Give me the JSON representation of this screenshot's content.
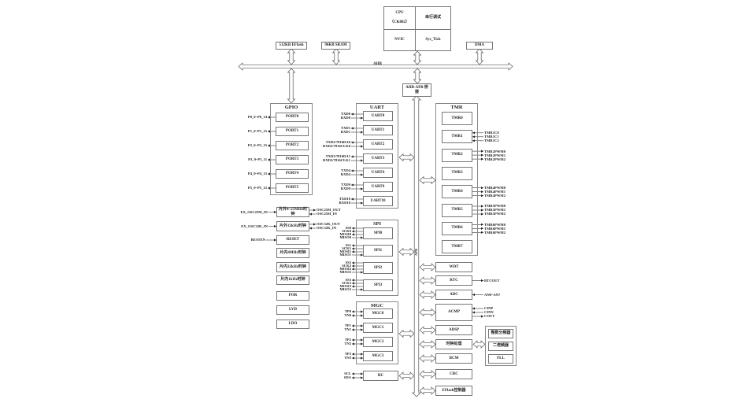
{
  "core": {
    "cpu": "CPU",
    "cpu_model": "（CK802）",
    "debug": "串行调试",
    "nvic": "NVIC",
    "systick": "Sys_Tick"
  },
  "memory": {
    "eflash": "512KB EFlash",
    "sram": "96KB SRAM",
    "dma": "DMA"
  },
  "bus": {
    "ahb": "AHB",
    "bridge": "AHB-APB 桥接",
    "apb": "APB"
  },
  "gpio": {
    "title": "GPIO",
    "ports": [
      {
        "name": "PORT0",
        "pins": "P0_0~P0_14"
      },
      {
        "name": "PORT1",
        "pins": "P1_0~P1_15"
      },
      {
        "name": "PORT2",
        "pins": "P2_0~P2_15"
      },
      {
        "name": "PORT3",
        "pins": "P3_0~P3_11"
      },
      {
        "name": "PORT4",
        "pins": "P4_0~P4_15"
      },
      {
        "name": "PORT5",
        "pins": "P5_0~P5_12"
      }
    ]
  },
  "uart": {
    "title": "UART",
    "channels": [
      {
        "name": "UART0",
        "signals": [
          "TXD0",
          "RXD0"
        ]
      },
      {
        "name": "UART1",
        "signals": [
          "TXD1",
          "RXD1"
        ]
      },
      {
        "name": "UART2",
        "signals": [
          "TXD2/7816DA0",
          "RXD2/7816CLK0"
        ]
      },
      {
        "name": "UART3",
        "signals": [
          "TXD3/7816DA1",
          "RXD3/7816CLK1"
        ]
      },
      {
        "name": "UART4",
        "signals": [
          "TXD4",
          "RXD4"
        ]
      },
      {
        "name": "UART9",
        "signals": [
          "TXD9",
          "RXD9"
        ]
      },
      {
        "name": "UART10",
        "signals": [
          "TXD10",
          "RXD10"
        ]
      }
    ]
  },
  "clocks": {
    "ext25m": {
      "label": "片外4~25MHz时钟",
      "input": "EX_OSC25M_IN",
      "outputs": [
        "OSC25M_OUT",
        "OSC25M_IN"
      ]
    },
    "ext32k": {
      "label": "片外32kHz时钟",
      "input": "EX_OSC32K_IN",
      "outputs": [
        "OSC32K_OUT",
        "OSC32K_IN"
      ]
    },
    "reset": {
      "label": "RESET",
      "input": "RESTEN"
    },
    "internal": [
      "片内4MHz时钟",
      "片内32kHz时钟",
      "片内1kHz时钟",
      "POR",
      "LVD",
      "LDO"
    ]
  },
  "spi": {
    "title": "SPI",
    "channels": [
      {
        "name": "SPI0",
        "signals": [
          "SS0",
          "SCK0",
          "MOSI0",
          "MISO0"
        ]
      },
      {
        "name": "SPI1",
        "signals": [
          "SS1",
          "SCK1",
          "MOSI1",
          "MISO1"
        ]
      },
      {
        "name": "SPI2",
        "signals": [
          "SS2",
          "SCK2",
          "MOSI2",
          "MISO2"
        ]
      },
      {
        "name": "SPI3",
        "signals": [
          "SS3",
          "SCK3",
          "MOSI3",
          "MISO3"
        ]
      }
    ]
  },
  "mgc": {
    "title": "MGC",
    "channels": [
      {
        "name": "MGC0",
        "signals": [
          "TP0",
          "TN0"
        ]
      },
      {
        "name": "MGC1",
        "signals": [
          "TP1",
          "TN1"
        ]
      },
      {
        "name": "MGC2",
        "signals": [
          "TP2",
          "TN2"
        ]
      },
      {
        "name": "MGC3",
        "signals": [
          "TP3",
          "TN3"
        ]
      }
    ]
  },
  "i2c": {
    "name": "IIC",
    "signals": [
      "SCL",
      "SDA"
    ]
  },
  "tmr": {
    "title": "TMR",
    "timers": [
      {
        "name": "TMR0",
        "signals": []
      },
      {
        "name": "TMR1",
        "signals": [
          "TMR1C0",
          "TMR1C1",
          "TMR1C2"
        ]
      },
      {
        "name": "TMR2",
        "signals": [
          "TMR2PWM0",
          "TMR2PWM1",
          "TMR2PWM2"
        ]
      },
      {
        "name": "TMR3",
        "signals": []
      },
      {
        "name": "TMR4",
        "signals": [
          "TMR4PWM0",
          "TMR4PWM1",
          "TMR4PWM2"
        ]
      },
      {
        "name": "TMR5",
        "signals": [
          "TMR5PWM0",
          "TMR5PWM1",
          "TMR5PWM2"
        ]
      },
      {
        "name": "TMR6",
        "signals": [
          "TMR6PWM0",
          "TMR6PWM1",
          "TMR6PWM2"
        ]
      },
      {
        "name": "TMR7",
        "signals": []
      }
    ]
  },
  "peripherals": [
    {
      "name": "WDT",
      "signals": []
    },
    {
      "name": "RTC",
      "signals": [
        "RTCOUT"
      ]
    },
    {
      "name": "ADC",
      "signals": [
        "AN0~AN7"
      ]
    },
    {
      "name": "ACMP",
      "signals": [
        "CINP",
        "CINN",
        "COUT"
      ]
    },
    {
      "name": "ADSP",
      "signals": []
    },
    {
      "name": "时钟处理",
      "signals": []
    },
    {
      "name": "BCM",
      "signals": []
    },
    {
      "name": "CRC",
      "signals": []
    },
    {
      "name": "EFlash控制器",
      "signals": []
    }
  ],
  "clock_unit": [
    "整数分频器",
    "二倍频器",
    "FLL"
  ],
  "colors": {
    "line": "#555555",
    "border": "#777777",
    "text": "#222222"
  }
}
